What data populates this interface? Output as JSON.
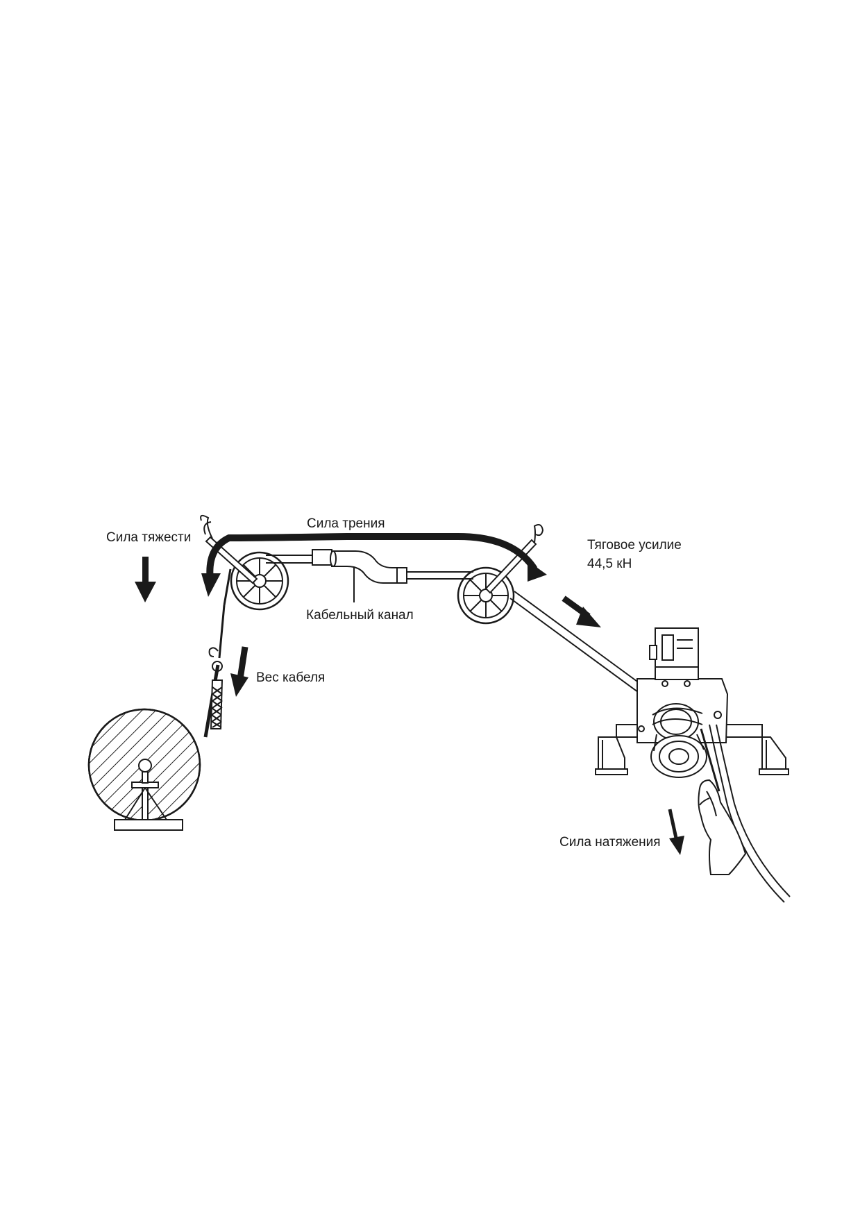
{
  "labels": {
    "gravity": "Сила тяжести",
    "friction": "Сила трения",
    "pull_force": "Тяговое усилие",
    "pull_value": "44,5 кН",
    "cable_duct": "Кабельный канал",
    "cable_weight": "Вес кабеля",
    "tension": "Сила натяжения"
  },
  "colors": {
    "line": "#1a1a1a",
    "background": "#ffffff"
  }
}
